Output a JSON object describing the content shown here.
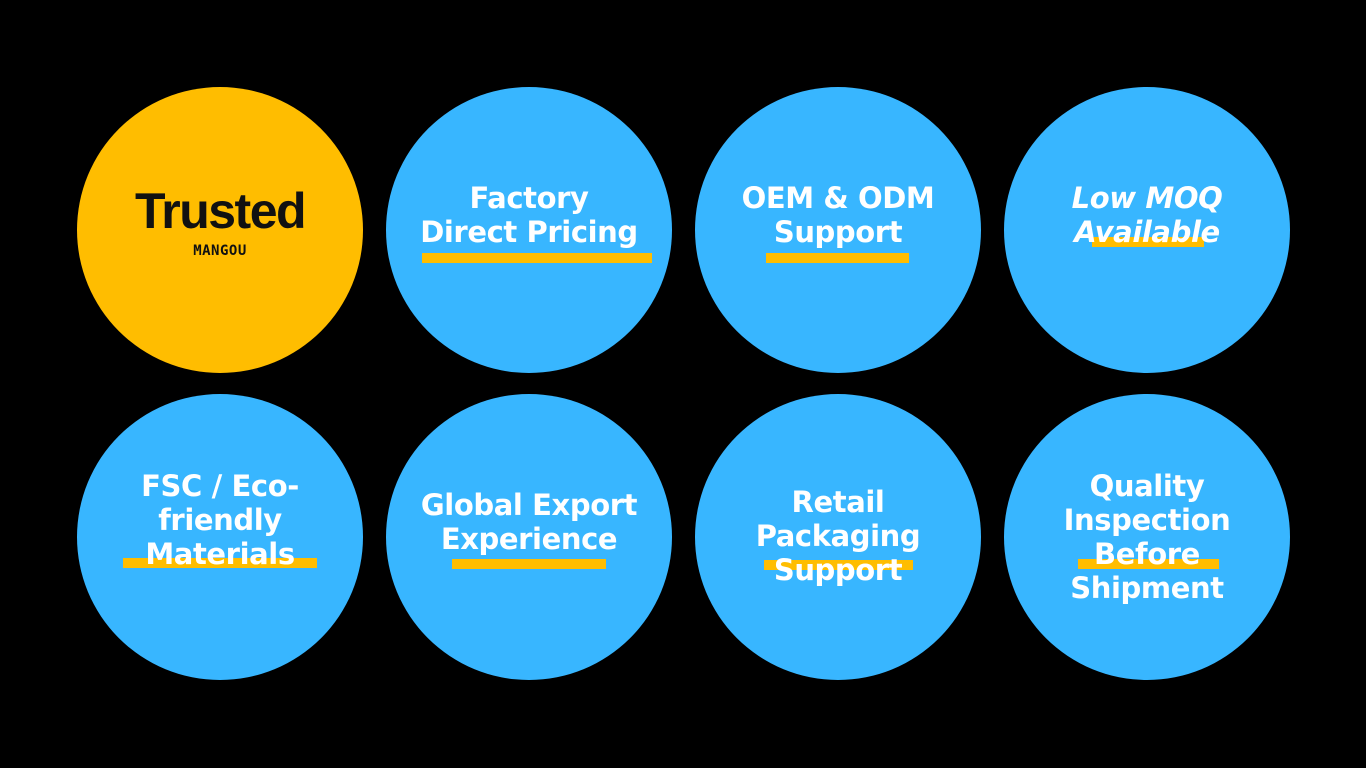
{
  "colors": {
    "background": "#000000",
    "circle_blue": "#38b6ff",
    "circle_yellow": "#ffbd00",
    "highlight": "#ffbd00",
    "text_light": "#ffffff",
    "text_dark": "#111111"
  },
  "trusted": {
    "title": "Trusted",
    "subtitle": "MANGOU"
  },
  "features": [
    {
      "lines": [
        "Factory",
        "Direct Pricing"
      ]
    },
    {
      "lines": [
        "OEM & ODM",
        "Support"
      ]
    },
    {
      "lines": [
        "Low MOQ",
        "Available"
      ]
    },
    {
      "lines": [
        "FSC / Eco-",
        "friendly",
        "Materials"
      ]
    },
    {
      "lines": [
        "Global Export",
        "Experience"
      ]
    },
    {
      "lines": [
        "Retail",
        "Packaging",
        "Support"
      ]
    },
    {
      "lines": [
        "Quality",
        "Inspection",
        "Before",
        "Shipment"
      ]
    }
  ]
}
